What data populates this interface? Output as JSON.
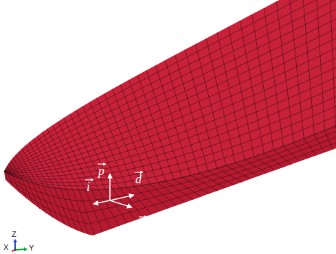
{
  "diagram": {
    "labels": [
      "p",
      "i",
      "d",
      "n",
      "Z",
      "X",
      "Y"
    ]
  }
}
